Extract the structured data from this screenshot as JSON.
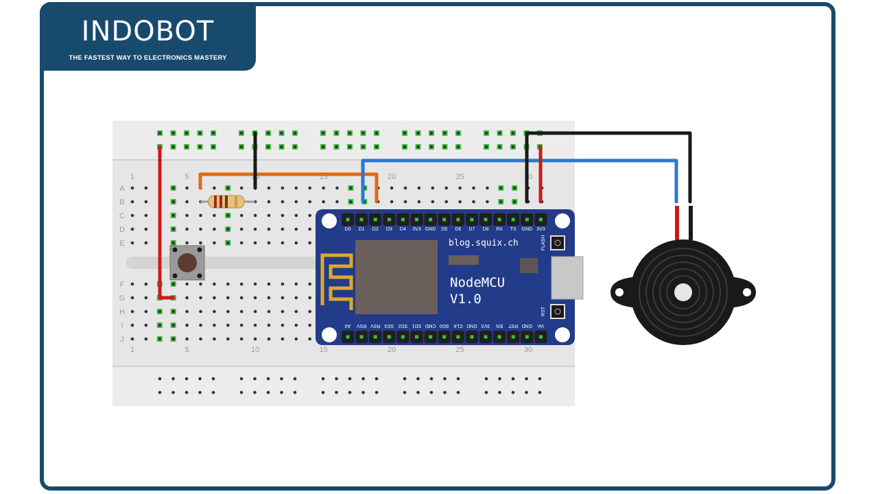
{
  "brand": {
    "name": "INDOBOT",
    "tagline": "THE FASTEST WAY TO ELECTRONICS MASTERY"
  },
  "breadboard": {
    "row_labels": [
      "A",
      "B",
      "C",
      "D",
      "E",
      "F",
      "G",
      "H",
      "I",
      "J"
    ],
    "column_numbers": [
      "1",
      "5",
      "10",
      "15",
      "20",
      "25",
      "30"
    ]
  },
  "nodemcu": {
    "name": "NodeMCU",
    "version": "V1.0",
    "website": "blog.squix.ch",
    "top_pins": [
      "D0",
      "D1",
      "D2",
      "D3",
      "D4",
      "3V3",
      "GND",
      "D5",
      "D6",
      "D7",
      "D8",
      "RX",
      "TX",
      "GND",
      "3V3"
    ],
    "bottom_pins": [
      "A0",
      "RSV",
      "RSV",
      "SD3",
      "SD2",
      "SD1",
      "CMD",
      "SD0",
      "CLK",
      "GND",
      "3V3",
      "EN",
      "RST",
      "GND",
      "Vin"
    ],
    "flash_label": "FLASH",
    "rst_label": "RST"
  },
  "colors": {
    "frame": "#184a6e",
    "board": "#223c8a",
    "wire_red": "#cc1a1a",
    "wire_black": "#1a1a1a",
    "wire_blue": "#2a78d0",
    "wire_orange": "#e06b10"
  }
}
